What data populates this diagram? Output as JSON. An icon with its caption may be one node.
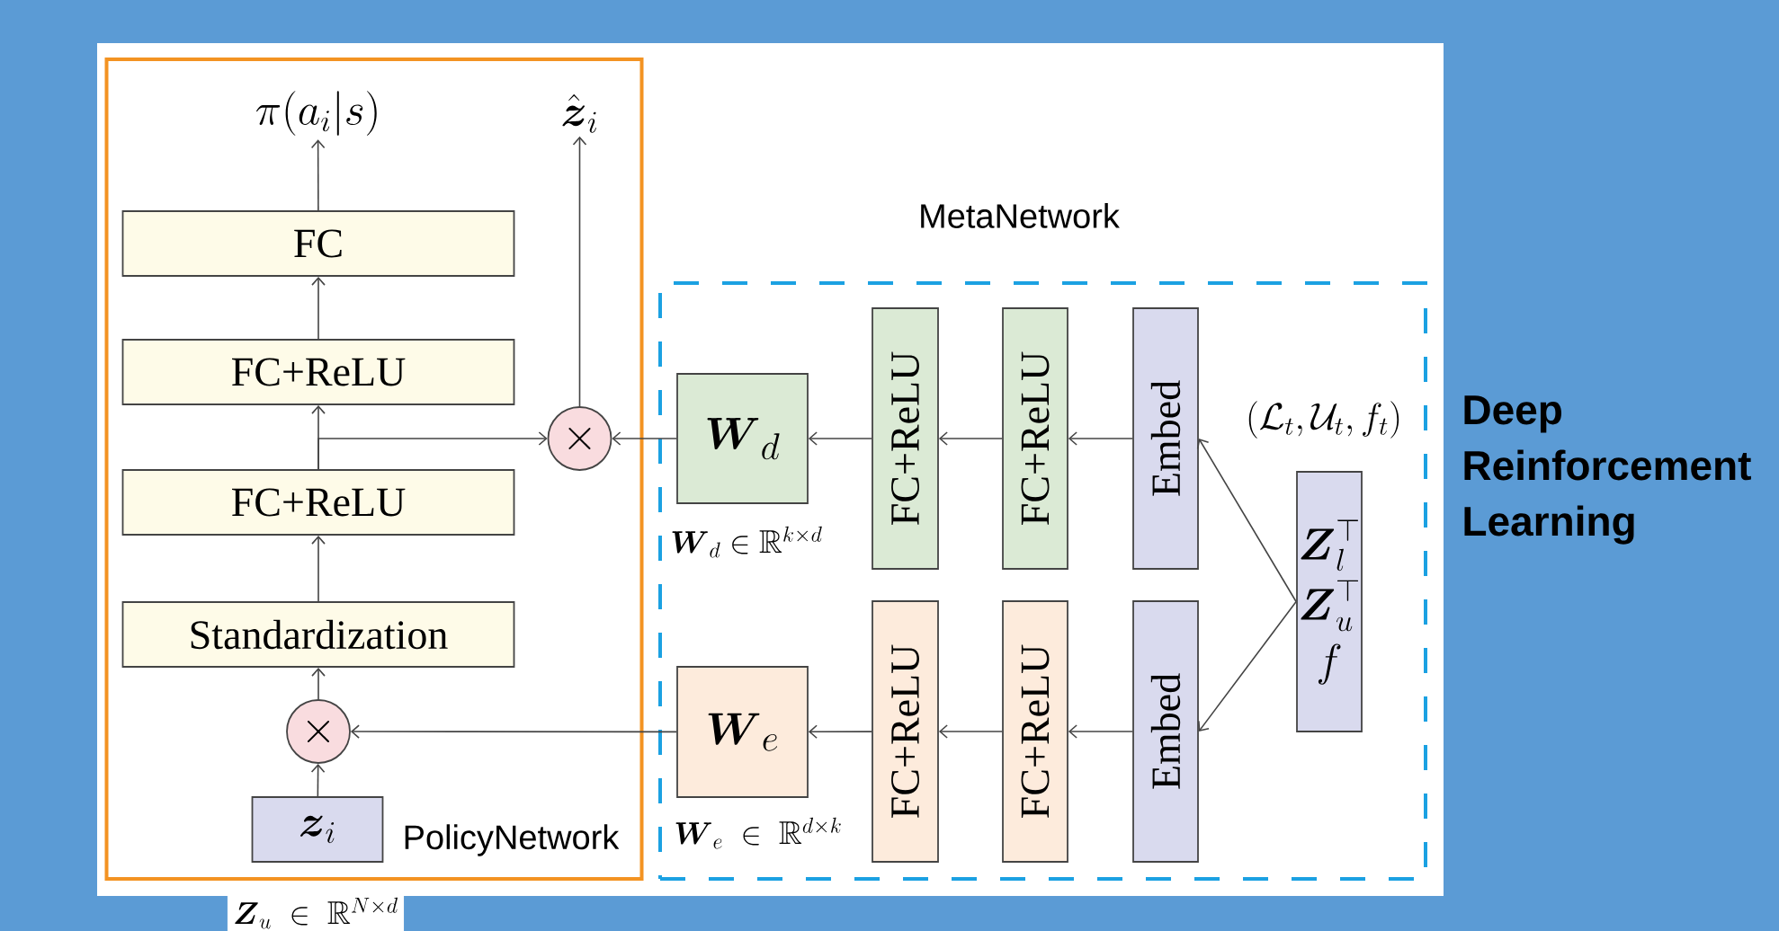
{
  "diagram": {
    "nodes": [
      {
        "text": [
          "PolicyNetwork"
        ]
      },
      {
        "text": [
          "\\pi(a_i|s)"
        ],
        "in": 0
      },
      {
        "text": [
          "\\hat{\\boldsymbol{z}}_i"
        ],
        "in": 0
      },
      {
        "text": [
          "FC"
        ],
        "in": 0
      },
      {
        "text": [
          "FC+ReLU"
        ],
        "in": 0
      },
      {
        "text": [
          "\\times"
        ],
        "in": 0
      },
      {
        "text": [
          "FC+ReLU"
        ],
        "in": 0
      },
      {
        "text": [
          "Standardization"
        ],
        "in": 0
      },
      {
        "text": [
          "\\times"
        ],
        "in": 0
      },
      {
        "text": [
          "\\boldsymbol{z}_i"
        ],
        "in": 0
      },
      {
        "text": [
          "MetaNetwork"
        ]
      },
      {
        "text": [
          "\\boldsymbol{W}_d"
        ],
        "beside": [
          "\\boldsymbol{W}_d \\in \\mathbb{R}^{k\\times d}"
        ],
        "in": 10
      },
      {
        "text": [
          "FC+ReLU"
        ],
        "in": 10
      },
      {
        "text": [
          "FC+ReLU"
        ],
        "in": 10
      },
      {
        "text": [
          "Embed"
        ],
        "in": 10
      },
      {
        "text": [
          "\\boldsymbol{Z}_l^{\\top}",
          "\\boldsymbol{Z}_u^{\\top}",
          "f"
        ],
        "in": 10
      },
      {
        "text": [
          "\\boldsymbol{W}_e"
        ],
        "beside": [
          "\\boldsymbol{W}_e \\;\\in\\; \\mathbb{R}^{d\\times k}"
        ],
        "in": 10
      },
      {
        "text": [
          "FC+ReLU"
        ],
        "in": 10
      },
      {
        "text": [
          "FC+ReLU"
        ],
        "in": 10
      },
      {
        "text": [
          "Embed"
        ],
        "in": 10
      }
    ],
    "edges": [
      {
        "from": 3,
        "to": 1,
        "arrow": "to"
      },
      {
        "from": 4,
        "to": 3,
        "arrow": "to"
      },
      {
        "from": 6,
        "to": 4,
        "arrow": "to"
      },
      {
        "from": 6,
        "to": 5,
        "arrow": "to"
      },
      {
        "from": 7,
        "to": 6,
        "arrow": "to"
      },
      {
        "from": 8,
        "to": 7,
        "arrow": "to"
      },
      {
        "from": 9,
        "to": 8,
        "arrow": "to"
      },
      {
        "from": 5,
        "to": 2,
        "arrow": "to"
      },
      {
        "from": 11,
        "to": 5,
        "arrow": "to"
      },
      {
        "from": 12,
        "to": 11,
        "arrow": "to"
      },
      {
        "from": 13,
        "to": 12,
        "arrow": "to"
      },
      {
        "from": 14,
        "to": 13,
        "arrow": "to"
      },
      {
        "from": 15,
        "to": 14,
        "arrow": "to"
      },
      {
        "from": 16,
        "to": 8,
        "arrow": "to"
      },
      {
        "from": 17,
        "to": 16,
        "arrow": "to"
      },
      {
        "from": 18,
        "to": 17,
        "arrow": "to"
      },
      {
        "from": 19,
        "to": 18,
        "arrow": "to"
      },
      {
        "from": 15,
        "to": 19,
        "arrow": "to"
      }
    ],
    "labels": [
      "(\\mathcal{L}_t,\\mathcal{U}_t,f_t)",
      "\\boldsymbol{Z}_u \\;\\in\\; \\mathbb{R}^{N\\times d}",
      "Deep Reinforcement Learning"
    ]
  }
}
